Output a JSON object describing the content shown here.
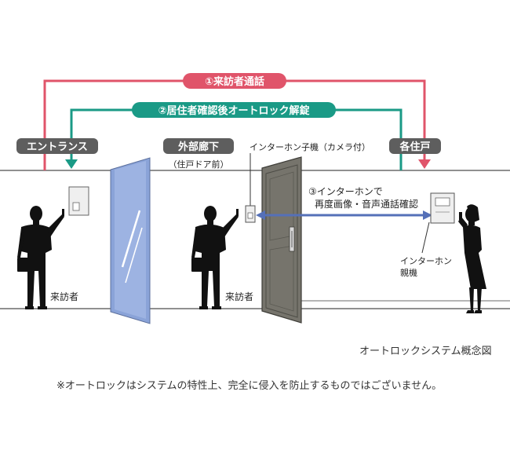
{
  "flows": {
    "visitor_call": "①来訪者通話",
    "resident_unlock": "②居住者確認後オートロック解錠",
    "intercom_confirm_line1": "③インターホンで",
    "intercom_confirm_line2": "再度画像・音声通話確認"
  },
  "zones": {
    "entrance": "エントランス",
    "outer_corridor": "外部廊下",
    "outer_corridor_sub": "（住戸ドア前）",
    "each_unit": "各住戸"
  },
  "devices": {
    "door_intercom": "インターホン子機（カメラ付）",
    "main_intercom_line1": "インターホン",
    "main_intercom_line2": "親機"
  },
  "people": {
    "visitor_entrance": "来訪者",
    "visitor_door": "来訪者"
  },
  "caption": "オートロックシステム概念図",
  "disclaimer": "※オートロックはシステムの特性上、完全に侵入を防止するものではございません。",
  "colors": {
    "flow1": "#e0546a",
    "flow2": "#1a9a86",
    "flow3": "#5570b8",
    "zone_pill": "#5e5e5e",
    "glass": "#8aa3d8",
    "door": "#76746c"
  }
}
